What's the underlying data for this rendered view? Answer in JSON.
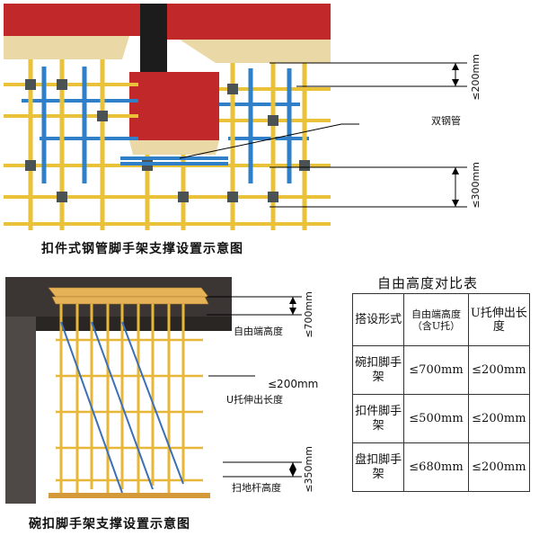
{
  "fig1": {
    "caption": "扣件式钢管脚手架支撑设置示意图",
    "label_pipe": "双钢管",
    "dim_top": "≤200mm",
    "dim_bottom": "≤300mm"
  },
  "fig2": {
    "caption": "碗扣脚手架支撑设置示意图",
    "label_free_height": "自由端高度",
    "dim_free_height": "≤700mm",
    "dim_u": "≤200mm",
    "label_u": "U托伸出长度",
    "dim_sweep": "≤350mm",
    "label_sweep": "扫地杆高度"
  },
  "table": {
    "title": "自由高度对比表",
    "headers": [
      "搭设形式",
      "自由端高度（含U托）",
      "U托伸出长度"
    ],
    "rows": [
      {
        "type": "碗扣脚手架",
        "free": "≤700mm",
        "u": "≤200mm"
      },
      {
        "type": "扣件脚手架",
        "free": "≤500mm",
        "u": "≤200mm"
      },
      {
        "type": "盘扣脚手架",
        "free": "≤680mm",
        "u": "≤200mm"
      }
    ]
  },
  "colors": {
    "slab_red": "#c0282a",
    "slab_top": "#e8d8a4",
    "pole_yellow": "#e9c23a",
    "pipe_blue": "#2f7fc9",
    "clamp_gray": "#4a5254",
    "timber": "#e6b257",
    "floor_dark": "#3b3634"
  }
}
